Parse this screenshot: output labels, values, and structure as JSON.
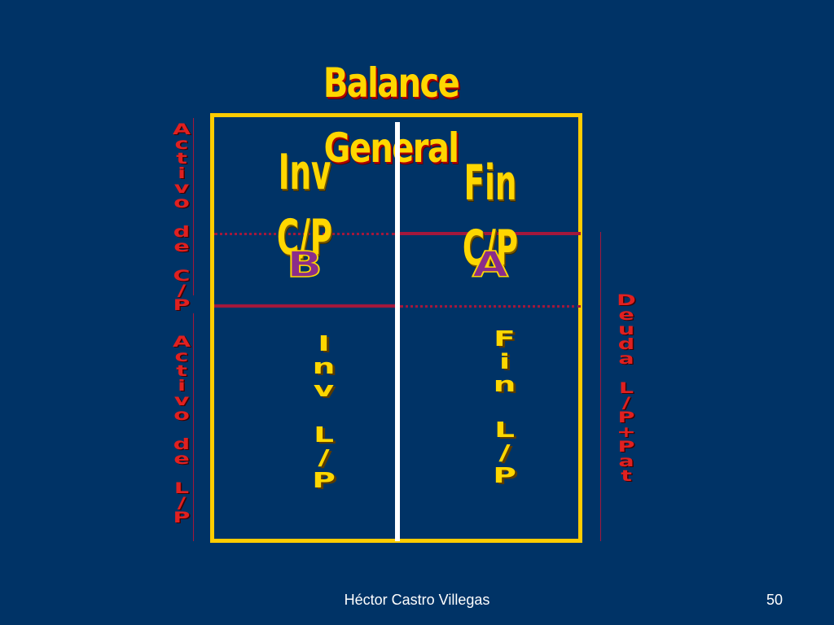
{
  "title": "Balance General",
  "cells": {
    "top_left": "Inv C/P",
    "top_right": "Fin C/P",
    "middle_left": "B",
    "middle_right": "A",
    "bottom_left": "Inv L/P",
    "bottom_right": "Fin L/P"
  },
  "side_labels": {
    "left_top": "Activo de C/P",
    "left_bottom": "Activo de L/P",
    "right": "Deuda L/P+Pat"
  },
  "footer": {
    "author": "Héctor Castro Villegas",
    "page_number": "50"
  },
  "colors": {
    "background": "#003366",
    "frame": "#FFCC00",
    "title_text": "#FFD700",
    "side_text": "#E02020",
    "divider_lines": "#A3183C",
    "letter_fill": "#8B2D8B"
  }
}
